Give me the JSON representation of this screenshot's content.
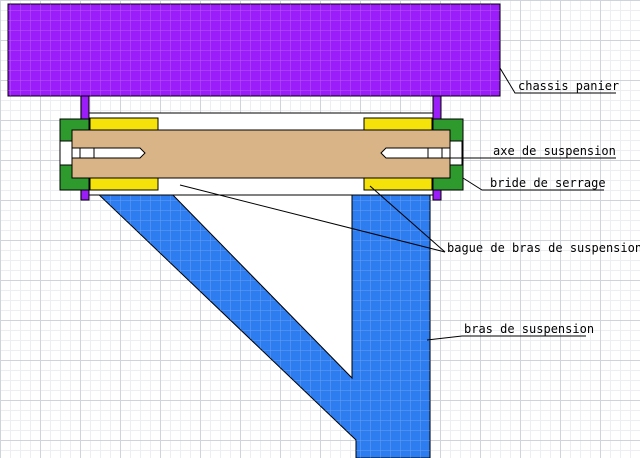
{
  "labels": {
    "chassis": "chassis panier",
    "axe": "axe de suspension",
    "bride": "bride de serrage",
    "bague": "bague de bras de suspension",
    "bras": "bras de suspension"
  },
  "colors": {
    "chassis": "#9b1dfa",
    "bride": "#2e9a2e",
    "axe": "#d9b487",
    "bague": "#f5e20a",
    "bras": "#2d7cf0",
    "bolt": "#ffffff",
    "outline": "#000000"
  }
}
